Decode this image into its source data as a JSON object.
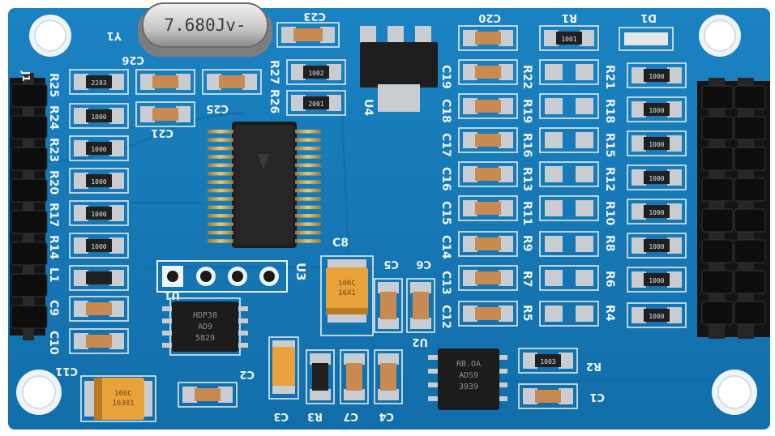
{
  "colors": {
    "pcb": "#1678b8",
    "pcb_dark": "#0e5f97",
    "silkscreen": "#eef4fb",
    "pad": "#c9ccd0",
    "resistor_body": "#202020",
    "capacitor_body": "#c98a52",
    "tantalum": "#e9a23a",
    "chip": "#1c1c1c",
    "header": "#1a1a1a"
  },
  "icons": [
    "mounting-hole-icon",
    "pin-header-icon",
    "crystal-icon",
    "ic-chip-icon"
  ],
  "crystal": {
    "marking": "7.680Jv-",
    "ref": "Y1"
  },
  "ic_main": {
    "ref": "U3"
  },
  "ic_regulator": {
    "ref": "U4"
  },
  "ic_opamp_left": {
    "ref": "U1",
    "marking": [
      "HDP38",
      "AD9",
      "5829"
    ]
  },
  "ic_opamp_right": {
    "ref": "U2",
    "marking": [
      "RB.OA",
      "ADS9",
      "3939"
    ]
  },
  "tantalum_c8": {
    "ref": "C8",
    "marking": [
      "106C",
      "16X1"
    ]
  },
  "tantalum_c11": {
    "ref": "C11",
    "marking": [
      "106C",
      "16301"
    ]
  },
  "labels": {
    "c23": "C23",
    "c20": "C20",
    "r1": "R1",
    "d1": "D1",
    "c26": "C26",
    "c25": "C25",
    "c21": "C21",
    "r27": "R27",
    "r26": "R26",
    "left_refs": [
      "R25",
      "R24",
      "R23",
      "R20",
      "R17",
      "R14",
      "L1",
      "C9",
      "C10"
    ],
    "mid_c_refs": [
      "C19",
      "C18",
      "C17",
      "C16",
      "C15",
      "C14",
      "C13",
      "C12"
    ],
    "mid_r_refs": [
      "R22",
      "R19",
      "R16",
      "R13",
      "R11",
      "R9",
      "R7",
      "R5"
    ],
    "right_r_refs": [
      "R21",
      "R18",
      "R15",
      "R12",
      "R10",
      "R8",
      "R6",
      "R4"
    ],
    "c5": "C5",
    "c6": "C6",
    "c2": "C2",
    "c3": "C3",
    "c4": "C4",
    "c1": "C1",
    "r2": "R2",
    "r3": "R3",
    "c7": "C7",
    "j1": "J1"
  },
  "resistor_codes": {
    "left_column": [
      "2203",
      "1000",
      "1000",
      "1000",
      "1000",
      "1000"
    ],
    "mid_pair": [
      "1002",
      "2001"
    ],
    "r1": "1001",
    "right_column": [
      "1000",
      "1000",
      "1000",
      "1000",
      "1000",
      "1000",
      "1000",
      "1000"
    ],
    "r2": "1003"
  }
}
